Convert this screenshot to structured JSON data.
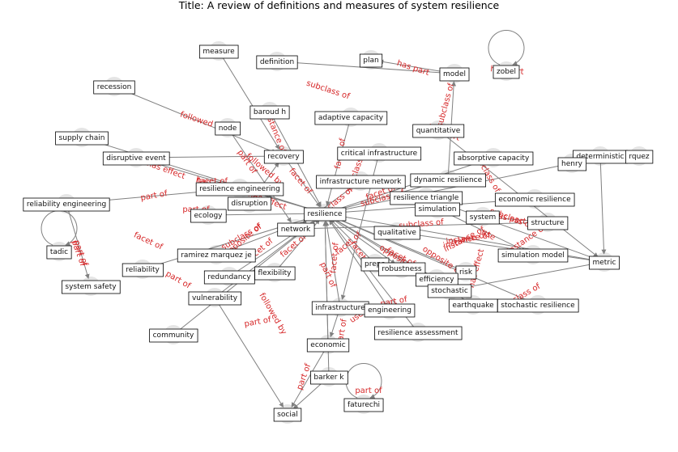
{
  "title": "Title: A review of definitions and measures of system resilience",
  "nodes": [
    {
      "id": "measure",
      "label": "measure"
    },
    {
      "id": "definition",
      "label": "definition"
    },
    {
      "id": "plan",
      "label": "plan"
    },
    {
      "id": "model",
      "label": "model"
    },
    {
      "id": "zobel",
      "label": "zobel"
    },
    {
      "id": "recession",
      "label": "recession"
    },
    {
      "id": "barouth",
      "label": "baroud h"
    },
    {
      "id": "adaptive",
      "label": "adaptive capacity"
    },
    {
      "id": "node",
      "label": "node"
    },
    {
      "id": "quantitative",
      "label": "quantitative"
    },
    {
      "id": "supplychain",
      "label": "supply chain"
    },
    {
      "id": "disruptiveevent",
      "label": "disruptive event"
    },
    {
      "id": "recovery",
      "label": "recovery"
    },
    {
      "id": "critinfra",
      "label": "critical infrastructure"
    },
    {
      "id": "absorptive",
      "label": "absorptive capacity"
    },
    {
      "id": "deterministic",
      "label": "deterministic"
    },
    {
      "id": "rquez",
      "label": "rquez"
    },
    {
      "id": "henry",
      "label": "henry"
    },
    {
      "id": "infranet",
      "label": "infrastructure network"
    },
    {
      "id": "dynres",
      "label": "dynamic resilience"
    },
    {
      "id": "reseng",
      "label": "resilience engineering"
    },
    {
      "id": "restri",
      "label": "resilience triangle"
    },
    {
      "id": "econres",
      "label": "economic resilience"
    },
    {
      "id": "releng",
      "label": "reliability engineering"
    },
    {
      "id": "disruption",
      "label": "disruption"
    },
    {
      "id": "simulation",
      "label": "simulation"
    },
    {
      "id": "ecology",
      "label": "ecology"
    },
    {
      "id": "resilience",
      "label": "resilience"
    },
    {
      "id": "system",
      "label": "system"
    },
    {
      "id": "structure",
      "label": "structure"
    },
    {
      "id": "network",
      "label": "network"
    },
    {
      "id": "qualitative",
      "label": "qualitative"
    },
    {
      "id": "tadic",
      "label": "tadic"
    },
    {
      "id": "ramirez",
      "label": "ramirez marquez je"
    },
    {
      "id": "simmodel",
      "label": "simulation model"
    },
    {
      "id": "metric",
      "label": "metric"
    },
    {
      "id": "prepa",
      "label": "prepa"
    },
    {
      "id": "robustness",
      "label": "robustness"
    },
    {
      "id": "reliability",
      "label": "reliability"
    },
    {
      "id": "flexibility",
      "label": "flexibility"
    },
    {
      "id": "redundancy",
      "label": "redundancy"
    },
    {
      "id": "risk",
      "label": "risk"
    },
    {
      "id": "efficiency",
      "label": "efficiency"
    },
    {
      "id": "systemsafety",
      "label": "system safety"
    },
    {
      "id": "stochastic",
      "label": "stochastic"
    },
    {
      "id": "vulnerability",
      "label": "vulnerability"
    },
    {
      "id": "earthquake",
      "label": "earthquake"
    },
    {
      "id": "stochres",
      "label": "stochastic resilience"
    },
    {
      "id": "infrastructure",
      "label": "infrastructure"
    },
    {
      "id": "engineering",
      "label": "engineering"
    },
    {
      "id": "community",
      "label": "community"
    },
    {
      "id": "resassess",
      "label": "resilience assessment"
    },
    {
      "id": "economic",
      "label": "economic"
    },
    {
      "id": "barkerk",
      "label": "barker k"
    },
    {
      "id": "faturechi",
      "label": "faturechi"
    },
    {
      "id": "social",
      "label": "social"
    }
  ],
  "edges": [
    {
      "source": "model",
      "target": "plan",
      "label": "has part"
    },
    {
      "source": "zobel",
      "target": "zobel",
      "label": "has part"
    },
    {
      "source": "recession",
      "target": "recovery",
      "label": "followed by"
    },
    {
      "source": "definition",
      "target": "model",
      "label": "subclass of"
    },
    {
      "source": "barouth",
      "target": "resilience",
      "label": "instance of"
    },
    {
      "source": "adaptive",
      "target": "resilience",
      "label": "facet of"
    },
    {
      "source": "node",
      "target": "network",
      "label": "part of"
    },
    {
      "source": "quantitative",
      "target": "metric",
      "label": "has part"
    },
    {
      "source": "supplychain",
      "target": "resilience",
      "label": "has effect"
    },
    {
      "source": "disruptiveevent",
      "target": "recovery",
      "label": "has effect"
    },
    {
      "source": "disruptiveevent",
      "target": "resilience",
      "label": "has effect"
    },
    {
      "source": "recovery",
      "target": "resilience",
      "label": "facet of"
    },
    {
      "source": "critinfra",
      "target": "infrastructure",
      "label": "subclass of"
    },
    {
      "source": "absorptive",
      "target": "resilience",
      "label": "facet of"
    },
    {
      "source": "henry",
      "target": "resilience",
      "label": "subclass of"
    },
    {
      "source": "deterministic",
      "target": "metric",
      "label": "instance of"
    },
    {
      "source": "infranet",
      "target": "network",
      "label": "subclass of"
    },
    {
      "source": "dynres",
      "target": "resilience",
      "label": "subclass of"
    },
    {
      "source": "dynres",
      "target": "model",
      "label": "subclass of"
    },
    {
      "source": "reseng",
      "target": "releng",
      "label": "part of"
    },
    {
      "source": "restri",
      "target": "metric",
      "label": "instance of"
    },
    {
      "source": "econres",
      "target": "resilience",
      "label": "subclass of"
    },
    {
      "source": "disruption",
      "target": "recovery",
      "label": "followed by"
    },
    {
      "source": "simulation",
      "target": "simmodel",
      "label": "use"
    },
    {
      "source": "ecology",
      "target": "resilience",
      "label": "part of"
    },
    {
      "source": "system",
      "target": "structure",
      "label": "has part"
    },
    {
      "source": "network",
      "target": "structure",
      "label": "subclass of"
    },
    {
      "source": "qualitative",
      "target": "metric",
      "label": "instance of"
    },
    {
      "source": "tadic",
      "target": "tadic",
      "label": "part of"
    },
    {
      "source": "releng",
      "target": "systemsafety",
      "label": "part of"
    },
    {
      "source": "ramirez",
      "target": "resilience",
      "label": "subclass of"
    },
    {
      "source": "resilience",
      "target": "metric",
      "label": "instance of"
    },
    {
      "source": "resilience",
      "target": "robustness",
      "label": "opposite of"
    },
    {
      "source": "reliability",
      "target": "resilience",
      "label": "facet of"
    },
    {
      "source": "flexibility",
      "target": "resilience",
      "label": "facet of"
    },
    {
      "source": "redundancy",
      "target": "resilience",
      "label": "facet of"
    },
    {
      "source": "risk",
      "target": "resilience",
      "label": "opposite of"
    },
    {
      "source": "efficiency",
      "target": "resilience",
      "label": "facet of"
    },
    {
      "source": "vulnerability",
      "target": "resilience",
      "label": "opposite of"
    },
    {
      "source": "earthquake",
      "target": "resilience",
      "label": "has effect"
    },
    {
      "source": "stochres",
      "target": "resilience",
      "label": "subclass of"
    },
    {
      "source": "infrastructure",
      "target": "resilience",
      "label": "facet of"
    },
    {
      "source": "engineering",
      "target": "resilience",
      "label": "facet of"
    },
    {
      "source": "community",
      "target": "resilience",
      "label": "part of"
    },
    {
      "source": "resassess",
      "target": "resilience",
      "label": "use"
    },
    {
      "source": "economic",
      "target": "resilience",
      "label": "part of"
    },
    {
      "source": "barkerk",
      "target": "resilience",
      "label": "part of"
    },
    {
      "source": "barkerk",
      "target": "social",
      "label": "part of"
    },
    {
      "source": "faturechi",
      "target": "faturechi",
      "label": "part of"
    },
    {
      "source": "vulnerability",
      "target": "social",
      "label": "followed by"
    },
    {
      "source": "measure",
      "target": "recovery",
      "label": ""
    },
    {
      "source": "reseng",
      "target": "resilience",
      "label": "facet of"
    },
    {
      "source": "prepa",
      "target": "resilience",
      "label": "facet of"
    },
    {
      "source": "stochastic",
      "target": "metric",
      "label": ""
    },
    {
      "source": "economic",
      "target": "social",
      "label": "part of"
    },
    {
      "source": "infrastructure",
      "target": "economic",
      "label": "part of"
    }
  ],
  "colors": {
    "edge": "#808080",
    "edge_label": "#d62728",
    "node_border": "#000000",
    "node_fill": "#ffffff",
    "node_halo": "#d3d3d3"
  }
}
